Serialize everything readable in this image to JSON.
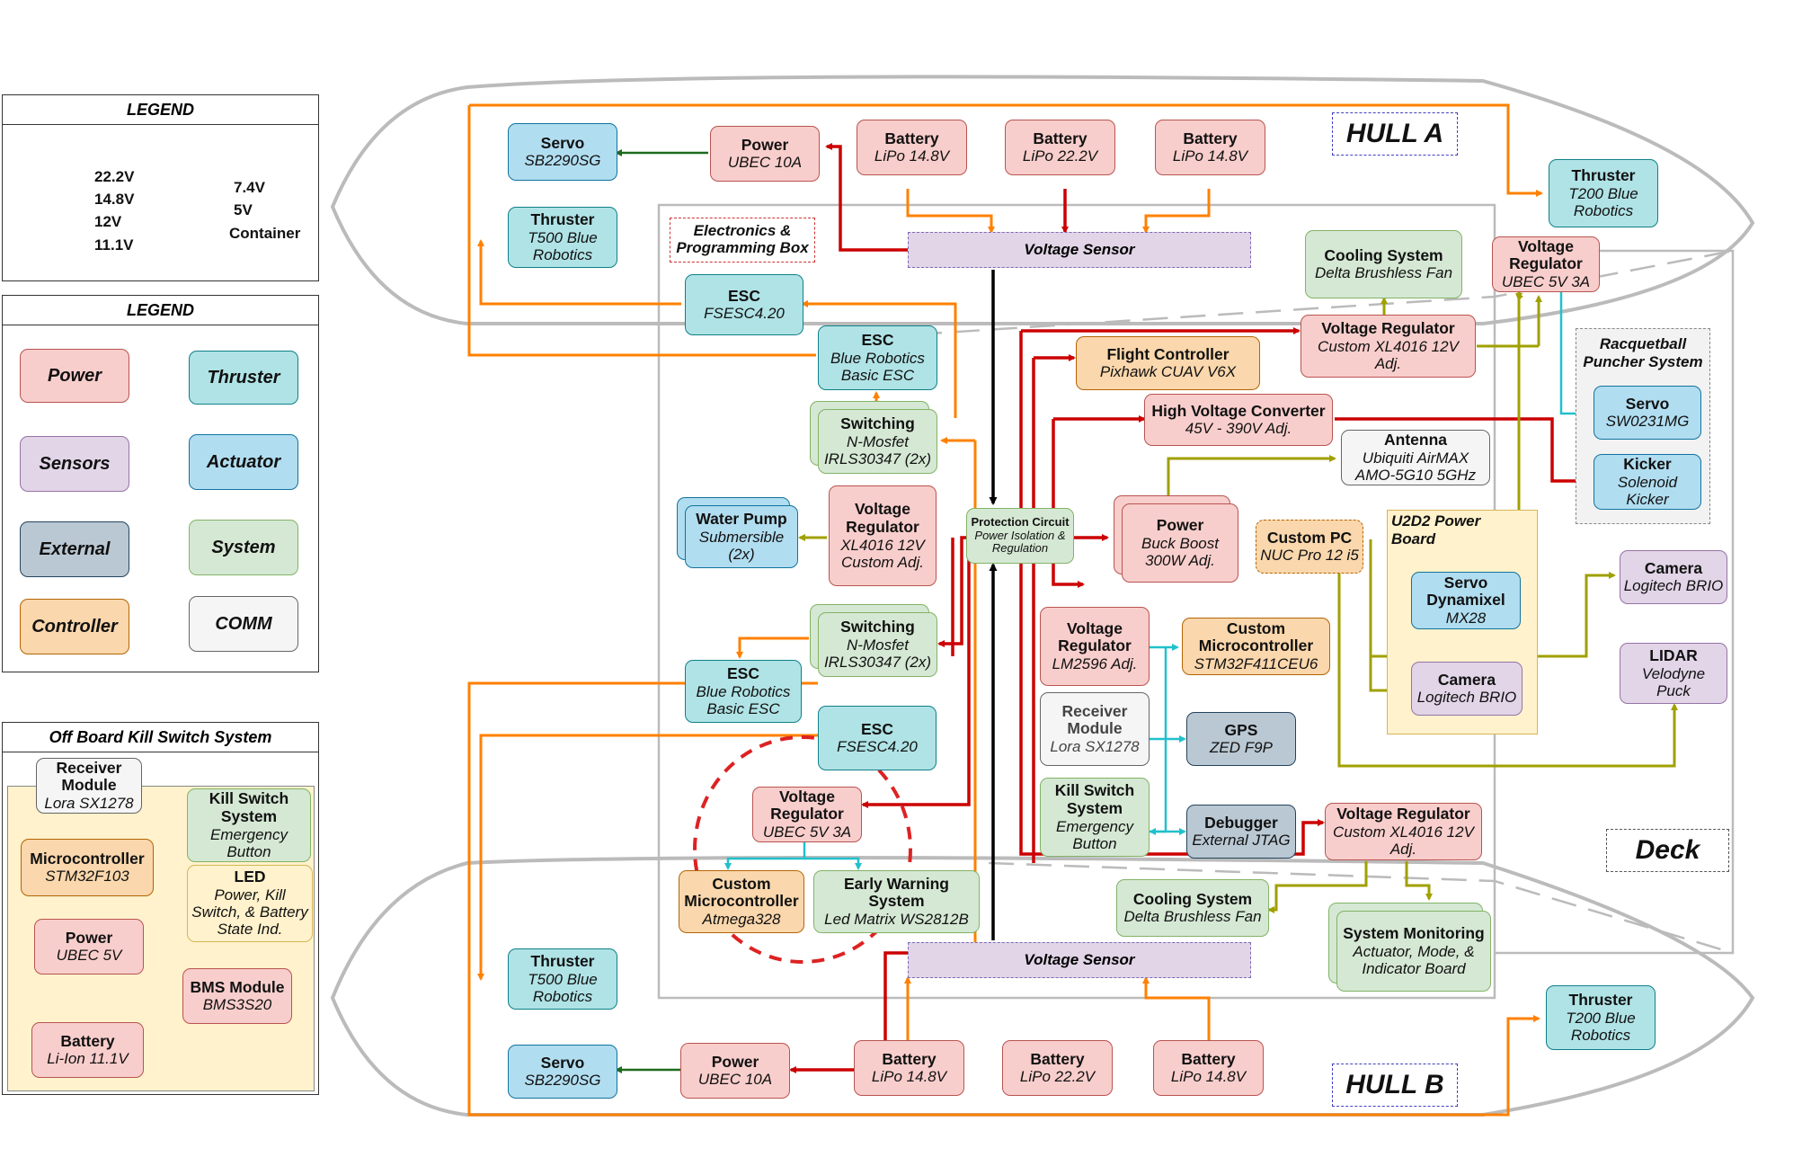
{
  "colors": {
    "v22": "#cc0000",
    "v14": "#ff8000",
    "v12": "#a0a000",
    "v11": "#33dd33",
    "v7": "#1e6b1e",
    "v5": "#22c0cc",
    "container": "#000000",
    "hull": "#bbbbbb"
  },
  "legend1": {
    "title": "LEGEND",
    "items": [
      {
        "label": "22.2V",
        "color": "v22"
      },
      {
        "label": "14.8V",
        "color": "v14"
      },
      {
        "label": "12V",
        "color": "v12"
      },
      {
        "label": "11.1V",
        "color": "v11"
      },
      {
        "label": "7.4V",
        "color": "v7"
      },
      {
        "label": "5V",
        "color": "v5"
      },
      {
        "label": "Container",
        "color": "container"
      }
    ]
  },
  "legend2": {
    "title": "LEGEND",
    "items": [
      "Power",
      "Thruster",
      "Sensors",
      "Actuator",
      "External",
      "System",
      "Controller",
      "COMM"
    ]
  },
  "killswitch": {
    "title": "Off Board Kill Switch System",
    "receiver": {
      "title": "Receiver Module",
      "sub": "Lora SX1278"
    },
    "kill": {
      "title": "Kill Switch System",
      "sub": "Emergency Button"
    },
    "micro": {
      "title": "Microcontroller",
      "sub": "STM32F103"
    },
    "led": {
      "title": "LED",
      "sub": "Power, Kill Switch, & Battery State Ind."
    },
    "power": {
      "title": "Power",
      "sub": "UBEC 5V"
    },
    "bms": {
      "title": "BMS Module",
      "sub": "BMS3S20"
    },
    "battery": {
      "title": "Battery",
      "sub": "Li-Ion 11.1V"
    }
  },
  "labels": {
    "hull_a": "HULL A",
    "hull_b": "HULL B",
    "deck": "Deck",
    "ebox": "Electronics & Programming Box",
    "racquet": "Racquetball Puncher System",
    "u2d2": "U2D2 Power Board"
  },
  "nodes": {
    "servo_a": {
      "title": "Servo",
      "sub": "SB2290SG"
    },
    "power_a": {
      "title": "Power",
      "sub": "UBEC 10A"
    },
    "bat_a1": {
      "title": "Battery",
      "sub": "LiPo 14.8V"
    },
    "bat_a2": {
      "title": "Battery",
      "sub": "LiPo 22.2V"
    },
    "bat_a3": {
      "title": "Battery",
      "sub": "LiPo 14.8V"
    },
    "thr_t500_a": {
      "title": "Thruster",
      "sub": "T500 Blue Robotics"
    },
    "vsensor_a": {
      "title": "Voltage Sensor"
    },
    "thr_t200_a": {
      "title": "Thruster",
      "sub": "T200 Blue Robotics"
    },
    "cooling_a": {
      "title": "Cooling System",
      "sub": "Delta Brushless Fan"
    },
    "vreg_ubec5": {
      "title": "Voltage Regulator",
      "sub": "UBEC 5V 3A"
    },
    "esc_fs_a": {
      "title": "ESC",
      "sub": "FSESC4.20"
    },
    "esc_br_a": {
      "title": "ESC",
      "sub": "Blue Robotics Basic ESC"
    },
    "vreg_xl_top": {
      "title": "Voltage Regulator",
      "sub": "Custom XL4016 12V Adj."
    },
    "flight": {
      "title": "Flight Controller",
      "sub": "Pixhawk CUAV V6X"
    },
    "hvc": {
      "title": "High Voltage Converter",
      "sub": "45V - 390V Adj."
    },
    "antenna": {
      "title": "Antenna",
      "sub": "Ubiquiti AirMAX AMO-5G10 5GHz"
    },
    "servo_sw": {
      "title": "Servo",
      "sub": "SW0231MG"
    },
    "kicker": {
      "title": "Kicker",
      "sub": "Solenoid Kicker"
    },
    "switch_a": {
      "title": "Switching",
      "sub": "N-Mosfet IRLS30347 (2x)"
    },
    "pump": {
      "title": "Water Pump",
      "sub": "Submersible (2x)"
    },
    "vreg_xl_mid": {
      "title": "Voltage Regulator",
      "sub": "XL4016 12V Custom Adj."
    },
    "protect": {
      "title": "Protection Circuit",
      "sub": "Power Isolation & Regulation"
    },
    "buck": {
      "title": "Power",
      "sub": "Buck Boost 300W Adj."
    },
    "nuc": {
      "title": "Custom PC",
      "sub": "NUC Pro 12 i5"
    },
    "dynamixel": {
      "title": "Servo Dynamixel",
      "sub": "MX28"
    },
    "cam_right": {
      "title": "Camera",
      "sub": "Logitech BRIO"
    },
    "cam_inner": {
      "title": "Camera",
      "sub": "Logitech BRIO"
    },
    "lidar": {
      "title": "LIDAR",
      "sub": "Velodyne Puck"
    },
    "switch_b": {
      "title": "Switching",
      "sub": "N-Mosfet IRLS30347 (2x)"
    },
    "esc_br_b": {
      "title": "ESC",
      "sub": "Blue Robotics Basic ESC"
    },
    "esc_fs_b": {
      "title": "ESC",
      "sub": "FSESC4.20"
    },
    "vreg_lm": {
      "title": "Voltage Regulator",
      "sub": "LM2596 Adj."
    },
    "custom_mcu": {
      "title": "Custom Microcontroller",
      "sub": "STM32F411CEU6"
    },
    "receiver": {
      "title": "Receiver Module",
      "sub": "Lora SX1278"
    },
    "gps": {
      "title": "GPS",
      "sub": "ZED F9P"
    },
    "kill": {
      "title": "Kill Switch System",
      "sub": "Emergency Button"
    },
    "debugger": {
      "title": "Debugger",
      "sub": "External JTAG"
    },
    "vreg_xl_bot": {
      "title": "Voltage Regulator",
      "sub": "Custom XL4016 12V Adj."
    },
    "vreg_ubec_mid": {
      "title": "Voltage Regulator",
      "sub": "UBEC 5V 3A"
    },
    "atmega": {
      "title": "Custom Microcontroller",
      "sub": "Atmega328"
    },
    "early": {
      "title": "Early Warning System",
      "sub": "Led Matrix WS2812B"
    },
    "cooling_b": {
      "title": "Cooling System",
      "sub": "Delta Brushless Fan"
    },
    "sysmon": {
      "title": "System Monitoring",
      "sub": "Actuator, Mode, & Indicator Board"
    },
    "thr_t500_b": {
      "title": "Thruster",
      "sub": "T500  Blue Robotics"
    },
    "vsensor_b": {
      "title": "Voltage Sensor"
    },
    "thr_t200_b": {
      "title": "Thruster",
      "sub": "T200  Blue Robotics"
    },
    "servo_b": {
      "title": "Servo",
      "sub": "SB2290SG"
    },
    "power_b": {
      "title": "Power",
      "sub": "UBEC 10A"
    },
    "bat_b1": {
      "title": "Battery",
      "sub": "LiPo 14.8V"
    },
    "bat_b2": {
      "title": "Battery",
      "sub": "LiPo 22.2V"
    },
    "bat_b3": {
      "title": "Battery",
      "sub": "LiPo 14.8V"
    }
  }
}
